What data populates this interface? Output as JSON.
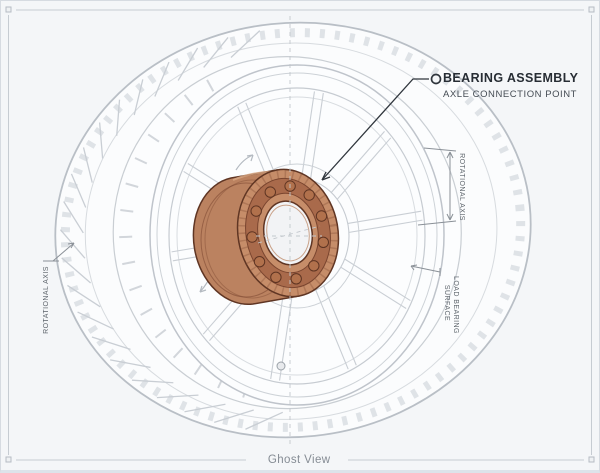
{
  "callout": {
    "title": "BEARING ASSEMBLY",
    "subtitle": "AXLE CONNECTION POINT"
  },
  "dimensions": {
    "right_axis_label": "ROTATIONAL AXIS",
    "left_axis_label": "ROTATIONAL AXIS",
    "load_bearing_line1": "LOAD BEARING",
    "load_bearing_line2": "SURFACE"
  },
  "footer": {
    "view_label": "Ghost View"
  },
  "colors": {
    "bearing-body": "#bb8260",
    "bearing-face": "#c68d69",
    "bearing-track": "#a96a4b",
    "bearing-ball": "#b1714c",
    "bearing-dark": "#5f3523",
    "bearing-line": "#7a452f",
    "ghost-stroke": "#c2c7cd",
    "annotation-ink": "#3a4046",
    "sheet-bg": "#f4f6f8"
  }
}
